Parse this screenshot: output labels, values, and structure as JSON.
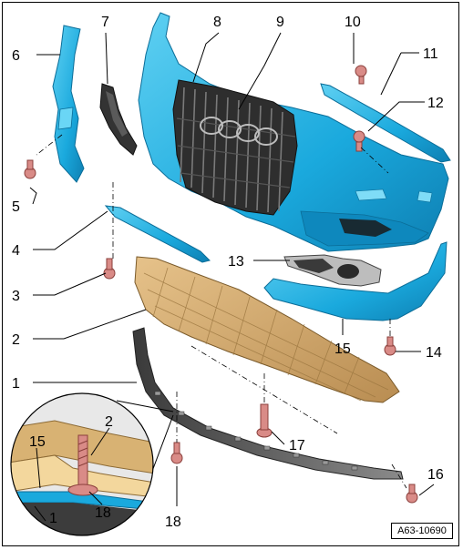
{
  "figure_code": "A63-10690",
  "callouts": [
    "1",
    "2",
    "3",
    "4",
    "5",
    "6",
    "7",
    "8",
    "9",
    "10",
    "11",
    "12",
    "13",
    "14",
    "15",
    "16",
    "17",
    "18"
  ],
  "detail_callouts": [
    "15",
    "2",
    "1",
    "18"
  ],
  "colors": {
    "bumper_cover": "#1aa9dd",
    "underbody_panel": "#cda56a",
    "trim_strip": "#4a4a4a",
    "grille": "#3b3b3b",
    "fasteners": "#d98b87",
    "outline": "#000000"
  }
}
